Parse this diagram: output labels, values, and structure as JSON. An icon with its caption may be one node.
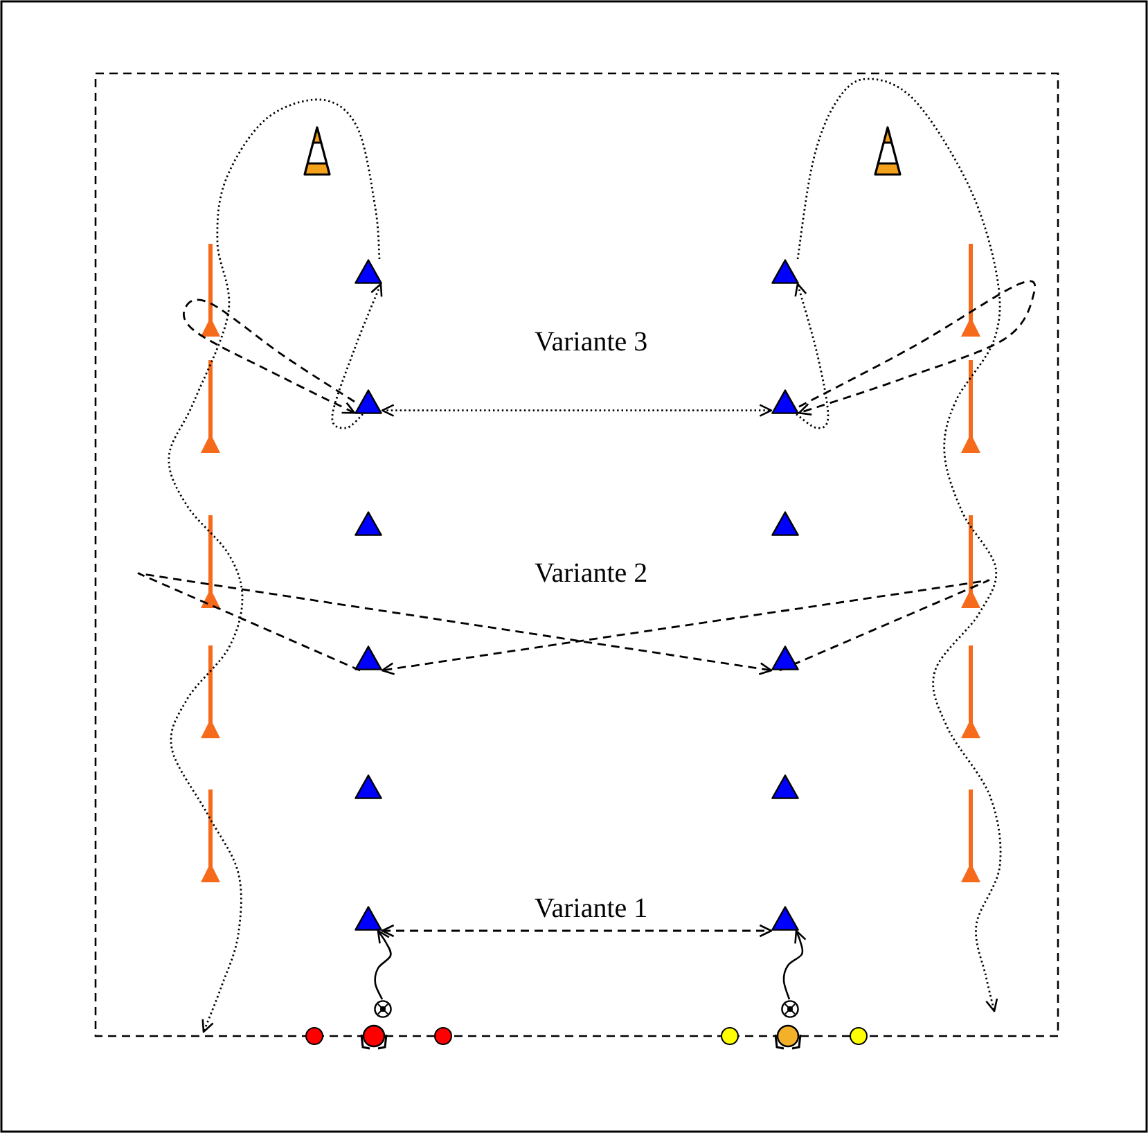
{
  "diagram": {
    "nodes": [
      {
        "text": [],
        "shape": "triangle"
      },
      {
        "text": [],
        "shape": "triangle"
      },
      {
        "text": [],
        "shape": "triangle"
      },
      {
        "text": [],
        "shape": "triangle"
      },
      {
        "text": [],
        "shape": "triangle"
      },
      {
        "text": [],
        "shape": "triangle"
      },
      {
        "text": [],
        "shape": "triangle"
      },
      {
        "text": [],
        "shape": "triangle"
      },
      {
        "text": [],
        "shape": "triangle"
      },
      {
        "text": [],
        "shape": "triangle"
      },
      {
        "text": [],
        "shape": "triangle"
      },
      {
        "text": [],
        "shape": "triangle"
      },
      {
        "text": [],
        "shape": "ball"
      },
      {
        "text": [],
        "shape": "ball"
      }
    ],
    "edges": [
      {
        "from": 2,
        "to": 3,
        "arrow": "both",
        "style": "dashed"
      },
      {
        "from": 2,
        "to": 2,
        "arrow": "to",
        "style": "dashed"
      },
      {
        "from": 3,
        "to": 3,
        "arrow": "to",
        "style": "dashed"
      },
      {
        "from": 2,
        "to": 0,
        "arrow": "to",
        "style": "dashed"
      },
      {
        "from": 0,
        "to": null,
        "arrow": "to",
        "style": "dashed"
      },
      {
        "from": 3,
        "to": 1,
        "arrow": "to",
        "style": "dashed"
      },
      {
        "from": 1,
        "to": null,
        "arrow": "to",
        "style": "dashed"
      },
      {
        "from": 6,
        "to": 7,
        "arrow": "to",
        "style": "dashed"
      },
      {
        "from": 7,
        "to": 6,
        "arrow": "to",
        "style": "dashed"
      },
      {
        "from": 10,
        "to": 11,
        "arrow": "both",
        "style": "dashed"
      },
      {
        "from": 12,
        "to": 10,
        "arrow": "to"
      },
      {
        "from": 13,
        "to": 11,
        "arrow": "to"
      }
    ],
    "labels": [
      "Variante 3",
      "Variante 2",
      "Variante 1"
    ]
  }
}
